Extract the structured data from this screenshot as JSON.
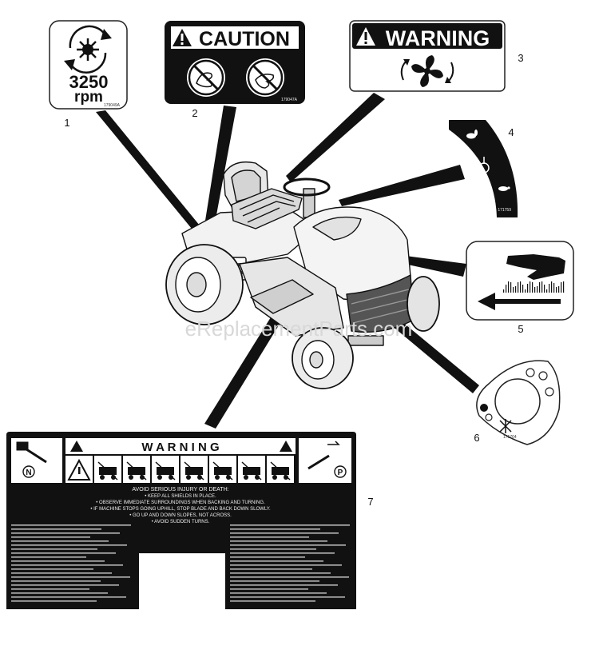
{
  "labels": {
    "l1": {
      "value": "3250",
      "unit": "rpm",
      "code": "179049A"
    },
    "l2": {
      "title": "CAUTION",
      "code": "179047A"
    },
    "l3": {
      "title": "WARNING"
    },
    "l4": {
      "code": "171759"
    },
    "l6": {
      "code": "171764"
    },
    "l7": {
      "title": "W A R N I N G",
      "neutral": "N",
      "park": "P",
      "heading": "AVOID SERIOUS INJURY OR DEATH:",
      "lines": [
        "• KEEP ALL SHIELDS IN PLACE.",
        "• OBSERVE IMMEDIATE SURROUNDINGS WHEN BACKING AND TURNING.",
        "• IF MACHINE STOPS GOING UPHILL, STOP BLADE AND BACK DOWN SLOWLY.",
        "• GO UP AND DOWN SLOPES, NOT ACROSS.",
        "• AVOID SUDDEN TURNS."
      ]
    }
  },
  "callouts": [
    "1",
    "2",
    "3",
    "4",
    "5",
    "6",
    "7"
  ],
  "watermark": "eReplacementParts.com",
  "colors": {
    "ink": "#111111",
    "label_bg": "#ffffff",
    "paper": "#ffffff"
  }
}
